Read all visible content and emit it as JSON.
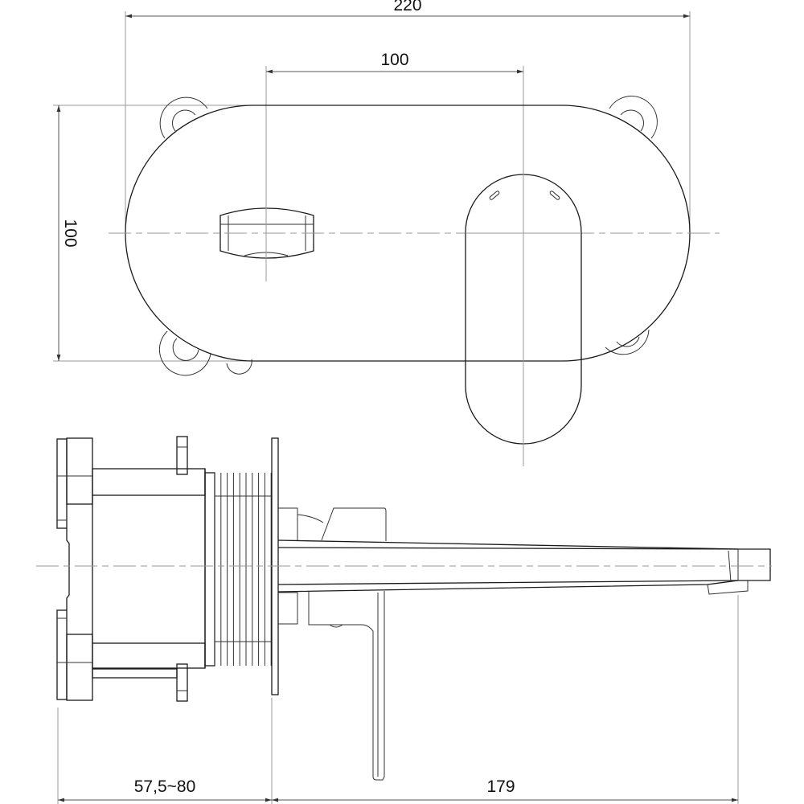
{
  "dimensions": {
    "plate_width": "220",
    "axis_spacing": "100",
    "plate_height": "100",
    "wall_depth": "57,5~80",
    "spout_projection": "179"
  }
}
